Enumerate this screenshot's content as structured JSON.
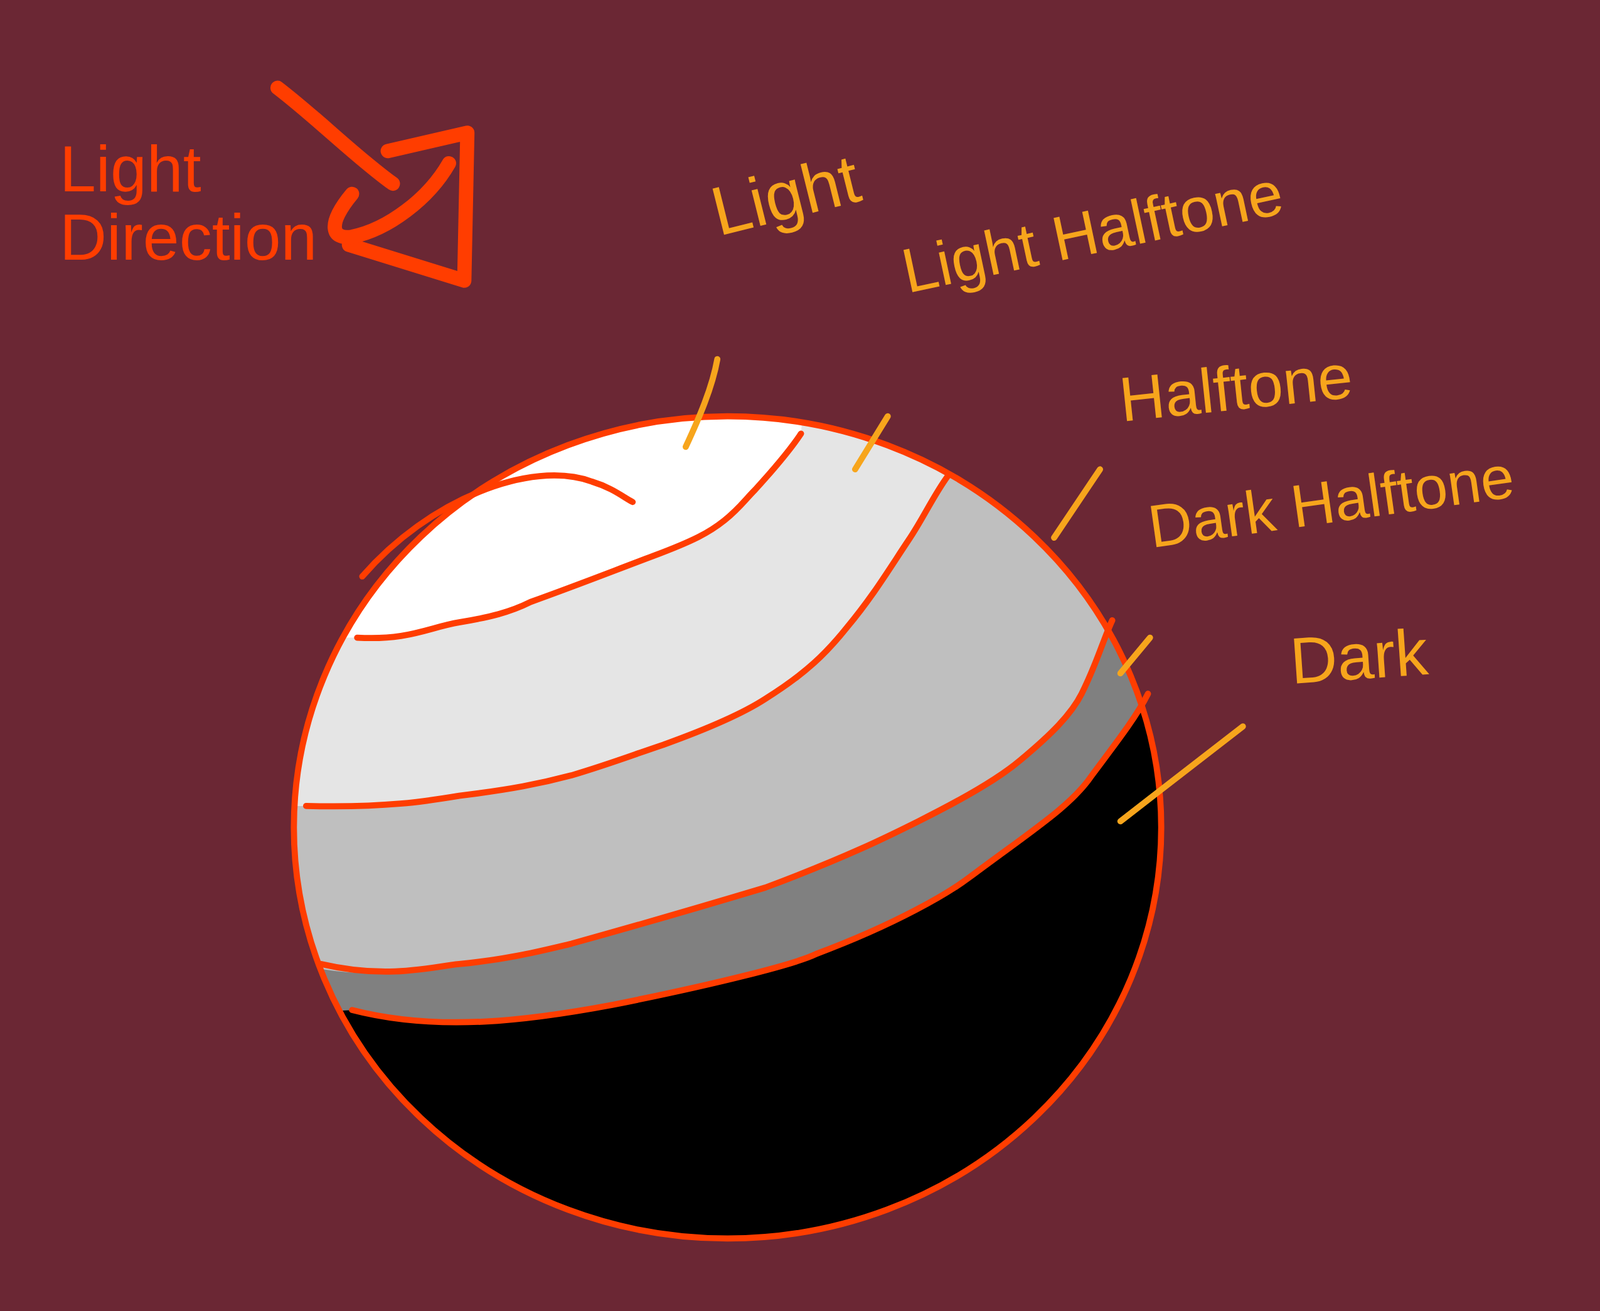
{
  "diagram": {
    "labels": [
      "Light Direction",
      "Light",
      "Light Halftone",
      "Halftone",
      "Dark Halftone",
      "Dark"
    ]
  }
}
